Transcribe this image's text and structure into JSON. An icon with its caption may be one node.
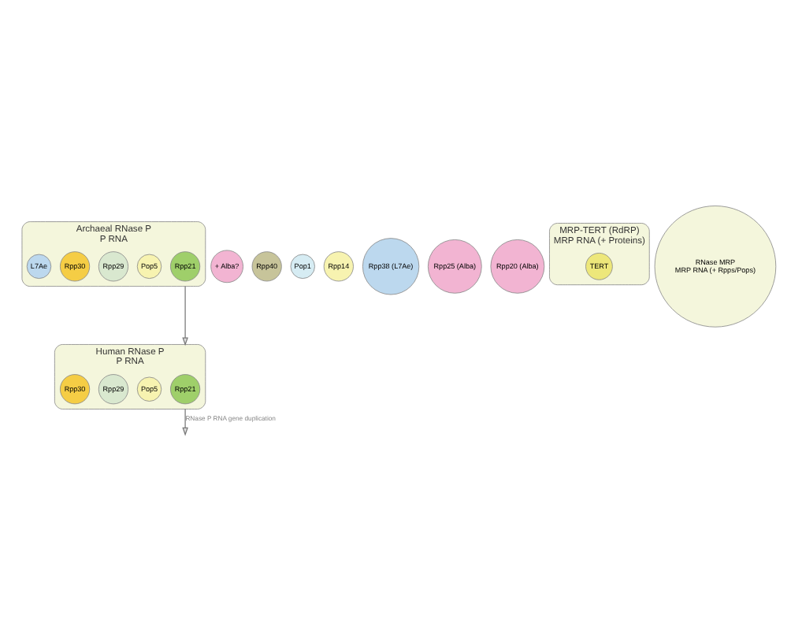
{
  "diagram": {
    "nodes": [
      {
        "text": [
          "Archaeal RNase P",
          "P RNA"
        ]
      },
      {
        "text": [
          "Rpp21"
        ],
        "in": 0
      },
      {
        "text": [
          "Pop5"
        ],
        "in": 0
      },
      {
        "text": [
          "Rpp29"
        ],
        "in": 0
      },
      {
        "text": [
          "Rpp30"
        ],
        "in": 0
      },
      {
        "text": [
          "L7Ae"
        ],
        "in": 0
      },
      {
        "text": [
          "+ Alba?"
        ]
      },
      {
        "text": [
          "Human RNase P",
          "P RNA"
        ]
      },
      {
        "text": [
          "Rpp21"
        ],
        "in": 7
      },
      {
        "text": [
          "Pop5"
        ],
        "in": 7
      },
      {
        "text": [
          "Rpp29"
        ],
        "in": 7
      },
      {
        "text": [
          "Rpp30"
        ],
        "in": 7
      },
      {
        "text": [
          "Rpp40"
        ]
      },
      {
        "text": [
          "Pop1"
        ]
      },
      {
        "text": [
          "Rpp14"
        ]
      },
      {
        "text": [
          "Rpp38 (L7Ae)"
        ]
      },
      {
        "text": [
          "Rpp25 (Alba)"
        ]
      },
      {
        "text": [
          "Rpp20 (Alba)"
        ]
      },
      {
        "text": [
          "MRP-TERT (RdRP)",
          "MRP RNA (+ Proteins)"
        ]
      },
      {
        "text": [
          "TERT"
        ],
        "in": 18
      },
      {
        "text": [
          "RNase MRP",
          "MRP RNA (+ Rpps/Pops)"
        ]
      }
    ],
    "edges": [
      {
        "from": 0,
        "to": 7,
        "arrow": "to"
      },
      {
        "from": 7,
        "to": null,
        "arrow": "to",
        "label": "RNase P RNA gene duplication"
      }
    ]
  }
}
